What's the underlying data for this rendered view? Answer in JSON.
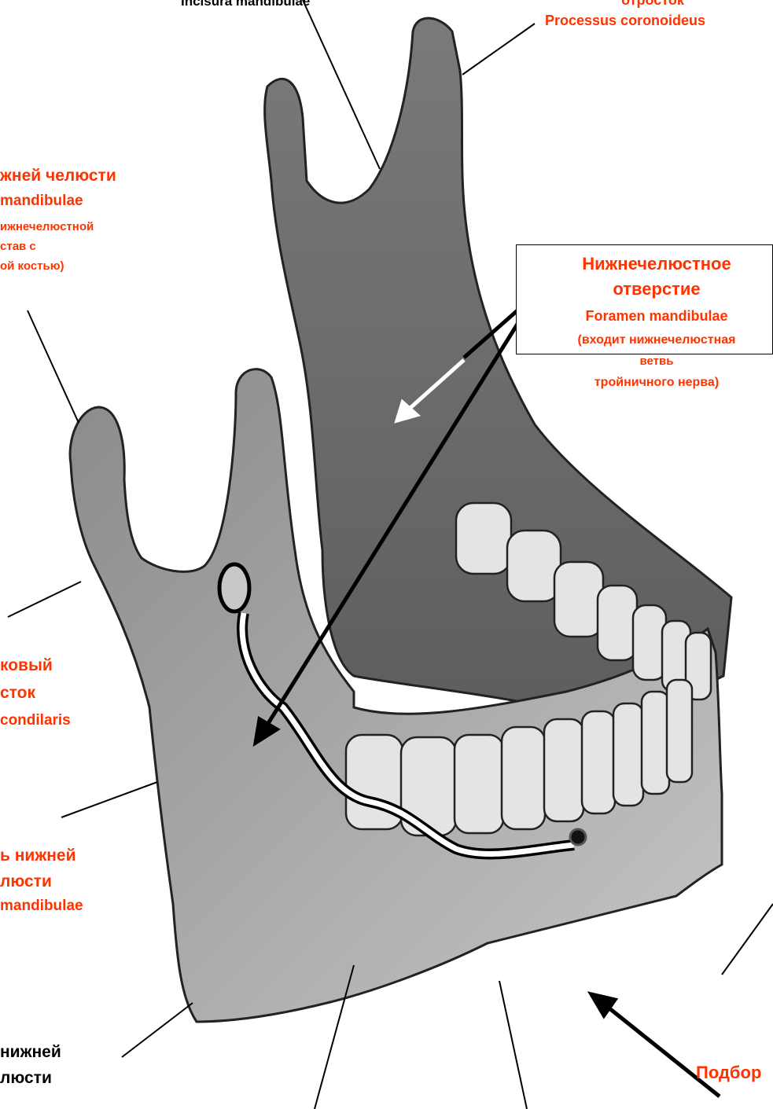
{
  "labels": {
    "incisura": "Incisura mandibulae",
    "coronoid_ru": "отросток",
    "coronoid_lat": "Processus coronoideus",
    "caput_ru": "жней челюсти",
    "caput_lat": "mandibulae",
    "caput_note1": "ижнечелюстной",
    "caput_note2": "став с",
    "caput_note3": "ой костью)",
    "foramen_ru1": "Нижнечелюстное",
    "foramen_ru2": "отверстие",
    "foramen_lat": "Foramen mandibulae",
    "foramen_note1": "(входит нижнечелюстная",
    "foramen_note2": "ветвь",
    "foramen_note3": "тройничного нерва)",
    "condyl_ru1": "ковый",
    "condyl_ru2": "сток",
    "condyl_lat": "condilaris",
    "ramus_ru1": "ь нижней",
    "ramus_ru2": "люсти",
    "ramus_lat": "mandibulae",
    "angle_ru1": "нижней",
    "angle_ru2": "люсти",
    "mental_ru": "Подбор"
  },
  "colors": {
    "label_red": "#ff3300",
    "label_black": "#000000",
    "bone": "#9a9a9a",
    "teeth": "#e4e4e4"
  }
}
